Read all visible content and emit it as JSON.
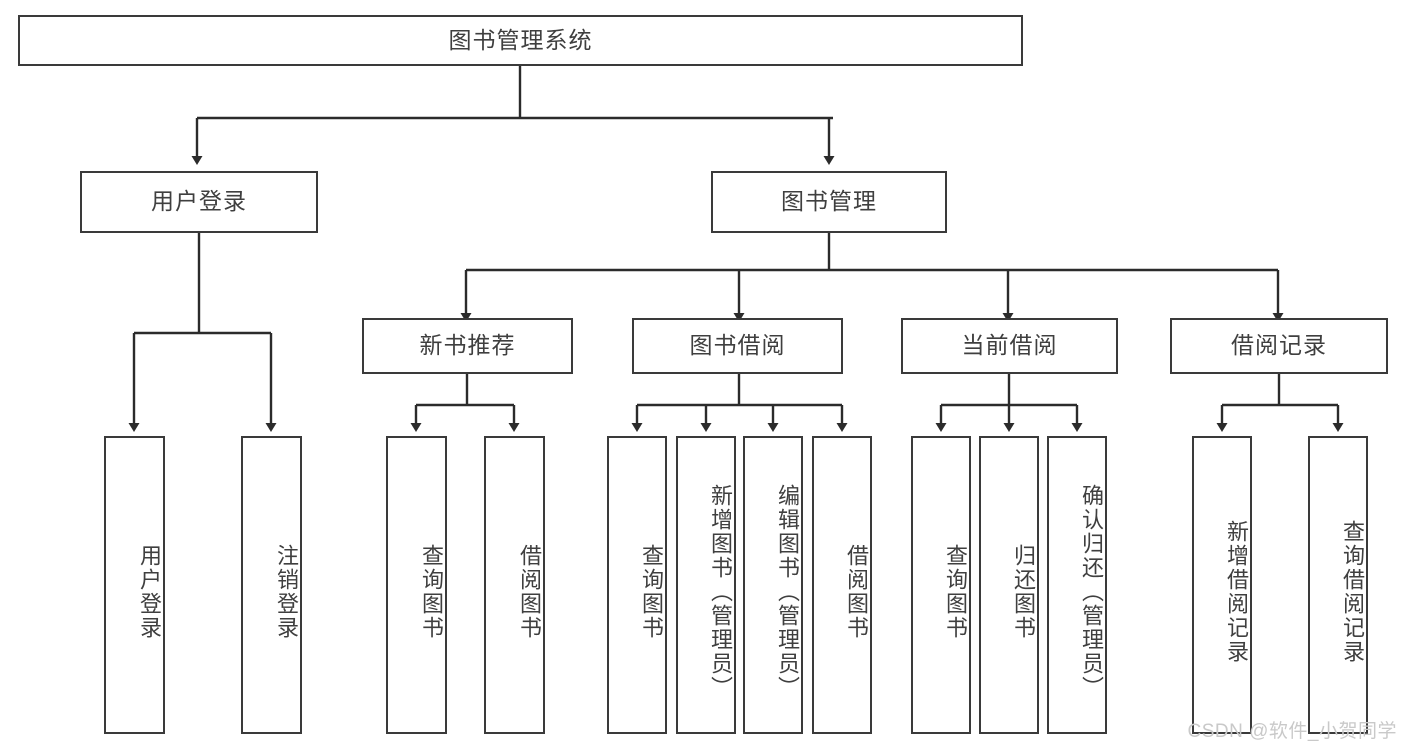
{
  "diagram": {
    "title": "图书管理系统",
    "type": "tree-hierarchy-chart",
    "root": {
      "id": "root",
      "label": "图书管理系统"
    },
    "level2": [
      {
        "id": "user-login",
        "label": "用户登录"
      },
      {
        "id": "book-manage",
        "label": "图书管理"
      }
    ],
    "level3": [
      {
        "id": "new-book-recommend",
        "label": "新书推荐"
      },
      {
        "id": "book-borrow",
        "label": "图书借阅"
      },
      {
        "id": "current-borrow",
        "label": "当前借阅"
      },
      {
        "id": "borrow-record",
        "label": "借阅记录"
      }
    ],
    "leaves": {
      "user_login": [
        {
          "id": "leaf-user-login",
          "label": "用户登录"
        },
        {
          "id": "leaf-logout-login",
          "label": "注销登录"
        }
      ],
      "new_book_recommend": [
        {
          "id": "leaf-query-book-1",
          "label": "查询图书"
        },
        {
          "id": "leaf-borrow-book-1",
          "label": "借阅图书"
        }
      ],
      "book_borrow": [
        {
          "id": "leaf-query-book-2",
          "label": "查询图书"
        },
        {
          "id": "leaf-add-book",
          "label": "新增图书（管理员）"
        },
        {
          "id": "leaf-edit-book",
          "label": "编辑图书（管理员）"
        },
        {
          "id": "leaf-borrow-book-2",
          "label": "借阅图书"
        }
      ],
      "current_borrow": [
        {
          "id": "leaf-query-book-3",
          "label": "查询图书"
        },
        {
          "id": "leaf-return-book",
          "label": "归还图书"
        },
        {
          "id": "leaf-confirm-return",
          "label": "确认归还（管理员）"
        }
      ],
      "borrow_record": [
        {
          "id": "leaf-add-record",
          "label": "新增借阅记录"
        },
        {
          "id": "leaf-query-record",
          "label": "查询借阅记录"
        }
      ]
    }
  },
  "watermark": {
    "text": "CSDN @软件_小贺同学"
  },
  "colors": {
    "box_border": "#3a3a3a",
    "box_fill": "#ffffff",
    "text": "#3f3f3f",
    "connector": "#2b2b2b",
    "watermark": "#c9c9c9"
  }
}
